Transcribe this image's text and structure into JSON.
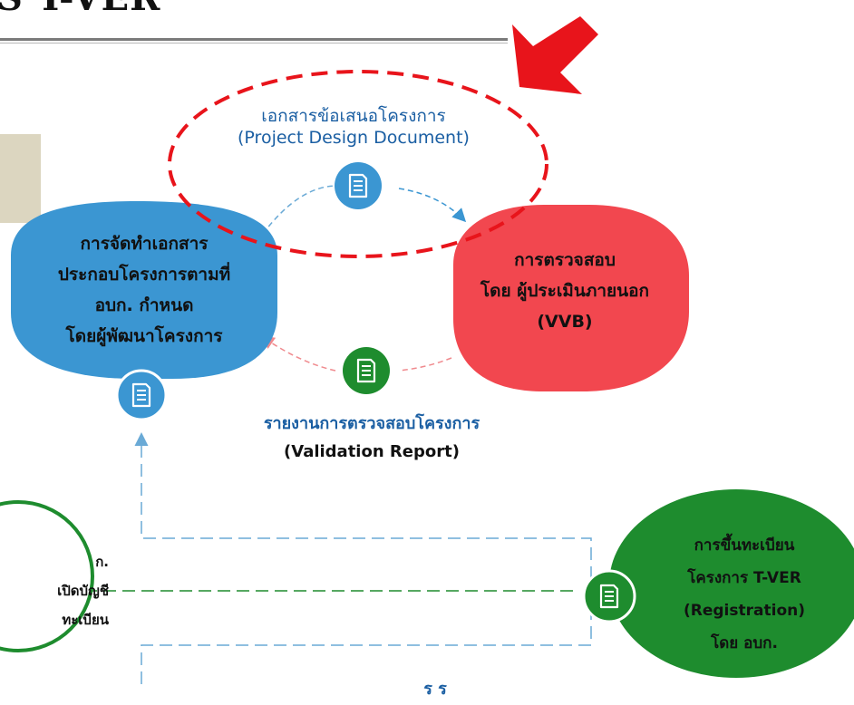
{
  "title": "S T-VER",
  "nodes": {
    "project_dev": {
      "lines": [
        "การจัดทำเอกสาร",
        "ประกอบโครงการตามที่",
        "อบก. กำหนด",
        "โดยผู้พัฒนาโครงการ"
      ],
      "color": "#3b96d2"
    },
    "vvb": {
      "lines": [
        "การตรวจสอบ",
        "โดย ผู้ประเมินภายนอก",
        "(VVB)"
      ],
      "color": "#f2474f"
    },
    "registration": {
      "lines": [
        "การขึ้นทะเบียน",
        "โครงการ T-VER",
        "(Registration)",
        "โดย อบก."
      ],
      "color": "#1e8c2e"
    },
    "account": {
      "lines": [
        "ก.",
        "เปิดบัญชี",
        "ทะเบียน"
      ],
      "color": "#1e8c2e"
    }
  },
  "documents": {
    "pdd": {
      "line1": "เอกสารข้อเสนอโครงการ",
      "line2": "(Project Design Document)",
      "icon": "document-icon",
      "color": "#3b96d2"
    },
    "validation": {
      "line1": "รายงานการตรวจสอบโครงการ",
      "line2": "(Validation Report)",
      "icon": "document-icon",
      "color": "#1e8c2e"
    }
  },
  "bottom_partial": "ร       ร",
  "highlight": {
    "ellipse_color": "#e8141b",
    "arrow_color": "#e8141b"
  },
  "colors": {
    "connector": "#6aaad6",
    "connector_red": "#f08a8e",
    "connector_green": "#1e8c2e"
  }
}
